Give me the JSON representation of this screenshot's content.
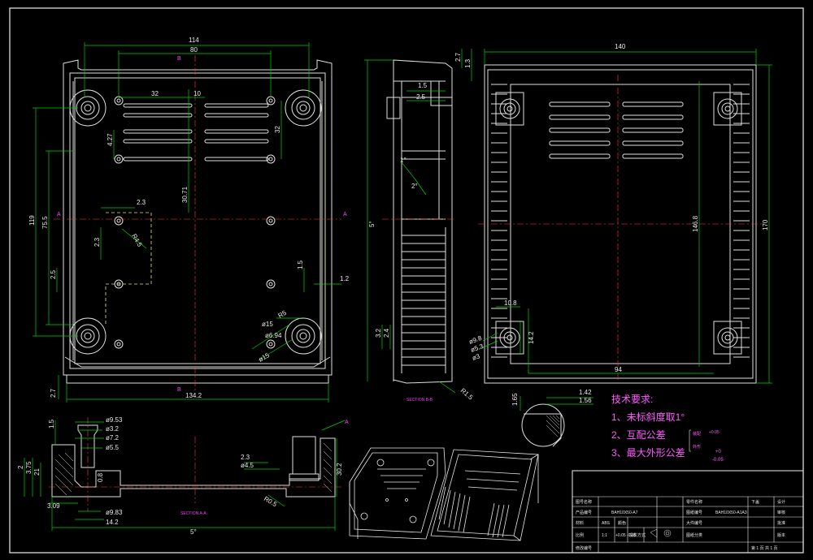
{
  "top_view": {
    "dims": {
      "d114": "114",
      "d80": "80",
      "d32": "32",
      "d10": "10",
      "d32v": "32",
      "d427": "4.27",
      "d119": "119",
      "d755": "75.5",
      "d25": "2.5",
      "d23a": "2.3",
      "d23b": "2.3",
      "dr45": "R4.5",
      "d3071": "30.71",
      "d15": "1.5",
      "d12": "1.2",
      "dr5": "R5",
      "d1342": "134.2",
      "d27": "2.7",
      "phi15": "ø15",
      "phi694": "ø6.94",
      "phi15b": "ø15"
    },
    "labels": {
      "B_top": "B",
      "B_bottom": "B",
      "A_left": "A",
      "A_right": "A"
    }
  },
  "side_view": {
    "dims": {
      "d27": "2.7",
      "d13": "1.3",
      "d15": "1.5",
      "d25": "2.5",
      "d1deg": "1°",
      "d2deg": "2°",
      "d5deg": "5°",
      "d32": "3.2",
      "d24": "2.4",
      "r15": "R1.5"
    },
    "section_label": "SECTION B-B"
  },
  "bottom_view": {
    "dims": {
      "d140": "140",
      "d1468": "146.8",
      "d170": "170",
      "d94": "94",
      "d142": "14.2",
      "d108": "10.8",
      "phi9": "ø9.8",
      "phi53": "ø5.3",
      "phi3": "ø3"
    }
  },
  "section_aa": {
    "dims": {
      "d15": "1.5",
      "phi953": "ø9.53",
      "phi32": "ø3.2",
      "phi72": "ø7.2",
      "phi55": "ø5.5",
      "d2": "2",
      "d375": "3.75",
      "d21": "21",
      "d08": "0.8",
      "d309": "3.09",
      "phi983": "ø9.83",
      "d142": "14.2",
      "d23": "2.3",
      "d45": "ø4.5",
      "d302": "30.2",
      "dr05": "R0.5",
      "d5deg": "5°"
    },
    "section_label": "SECTION A-A",
    "label_a": "A"
  },
  "detail": {
    "d142": "1.42",
    "d156": "1.56",
    "d165": "1.65"
  },
  "tech": {
    "title": "技术要求:",
    "items": [
      "1、未标斜度取1°",
      "2、互配公差",
      "3、最大外形公差"
    ],
    "tol_a_label": "装配",
    "tol_b_label": "外形",
    "tol_a": "+0.05",
    "tol_b": "+0",
    "tol_c": "-0.05"
  },
  "title_block": {
    "r1": {
      "c1": "图号名称",
      "c3": "零件名称",
      "c4": "下盖",
      "c5": "设计"
    },
    "r2": {
      "c1": "产品编号",
      "c2": "BAH10X50-A7",
      "c3": "图纸编号",
      "c4": "BAH10X50-A1A3",
      "c5": "审核"
    },
    "r3": {
      "c1": "材料",
      "c2": "ABS",
      "c3": "颜色",
      "c4": "",
      "c5": "大件编号",
      "c6": "批准"
    },
    "r4": {
      "c1": "比例",
      "c2": "1:1",
      "c3": "+0.05 -0.05",
      "c4": "投影方式",
      "c5": "",
      "c6": "图纸分类",
      "c7": "版本"
    },
    "r5": {
      "c1": "修改编号",
      "c5": "第 1 页 共 1 页"
    }
  }
}
